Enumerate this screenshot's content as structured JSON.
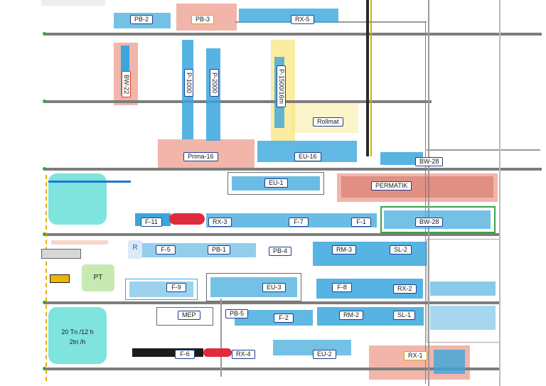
{
  "labels": {
    "pb2": "PB-2",
    "pb3": "PB-3",
    "rx5": "RX-5",
    "bw22": "BW-22",
    "p1000": "P-1000",
    "p2000": "P-2000",
    "p1500": "P-1500/16m",
    "rollmat": "Rollmat",
    "prima16": "Prima-16",
    "eu16": "EU-16",
    "bw28_top": "BW-28",
    "eu1": "EU-1",
    "permatik": "PERMATIK",
    "f11": "F-11",
    "rx3": "RX-3",
    "f7": "F-7",
    "f1": "F-1",
    "bw28_mid": "BW-28",
    "r": "R",
    "f5": "F-5",
    "pb1": "PB-1",
    "pb4": "PB-4",
    "rm3": "RM-3",
    "sl2": "SL-2",
    "pt": "PT",
    "f9": "F-9",
    "eu3": "EU-3",
    "f8": "F-8",
    "rx2": "RX-2",
    "mep": "MEP",
    "pb5": "PB-5",
    "f2": "F-2",
    "rm2": "RM-2",
    "sl1": "SL-1",
    "capacity_line1": "20 Tn /12 h",
    "capacity_line2": "2tn /h",
    "f6": "F-6",
    "rx4": "RX-4",
    "eu2": "EU-2",
    "rx1": "RX-1"
  },
  "colors": {
    "equipment": "#3aa6dc",
    "zone_red": "#e87864",
    "zone_yellow": "#f8e478",
    "zone_cyan": "#7fe3de",
    "zone_green": "#c6eab1",
    "label_border": "#1d3f8f",
    "label_highlight": "#e7a300",
    "label_alert": "#e23b2b",
    "rail": "#7d7d7d"
  }
}
